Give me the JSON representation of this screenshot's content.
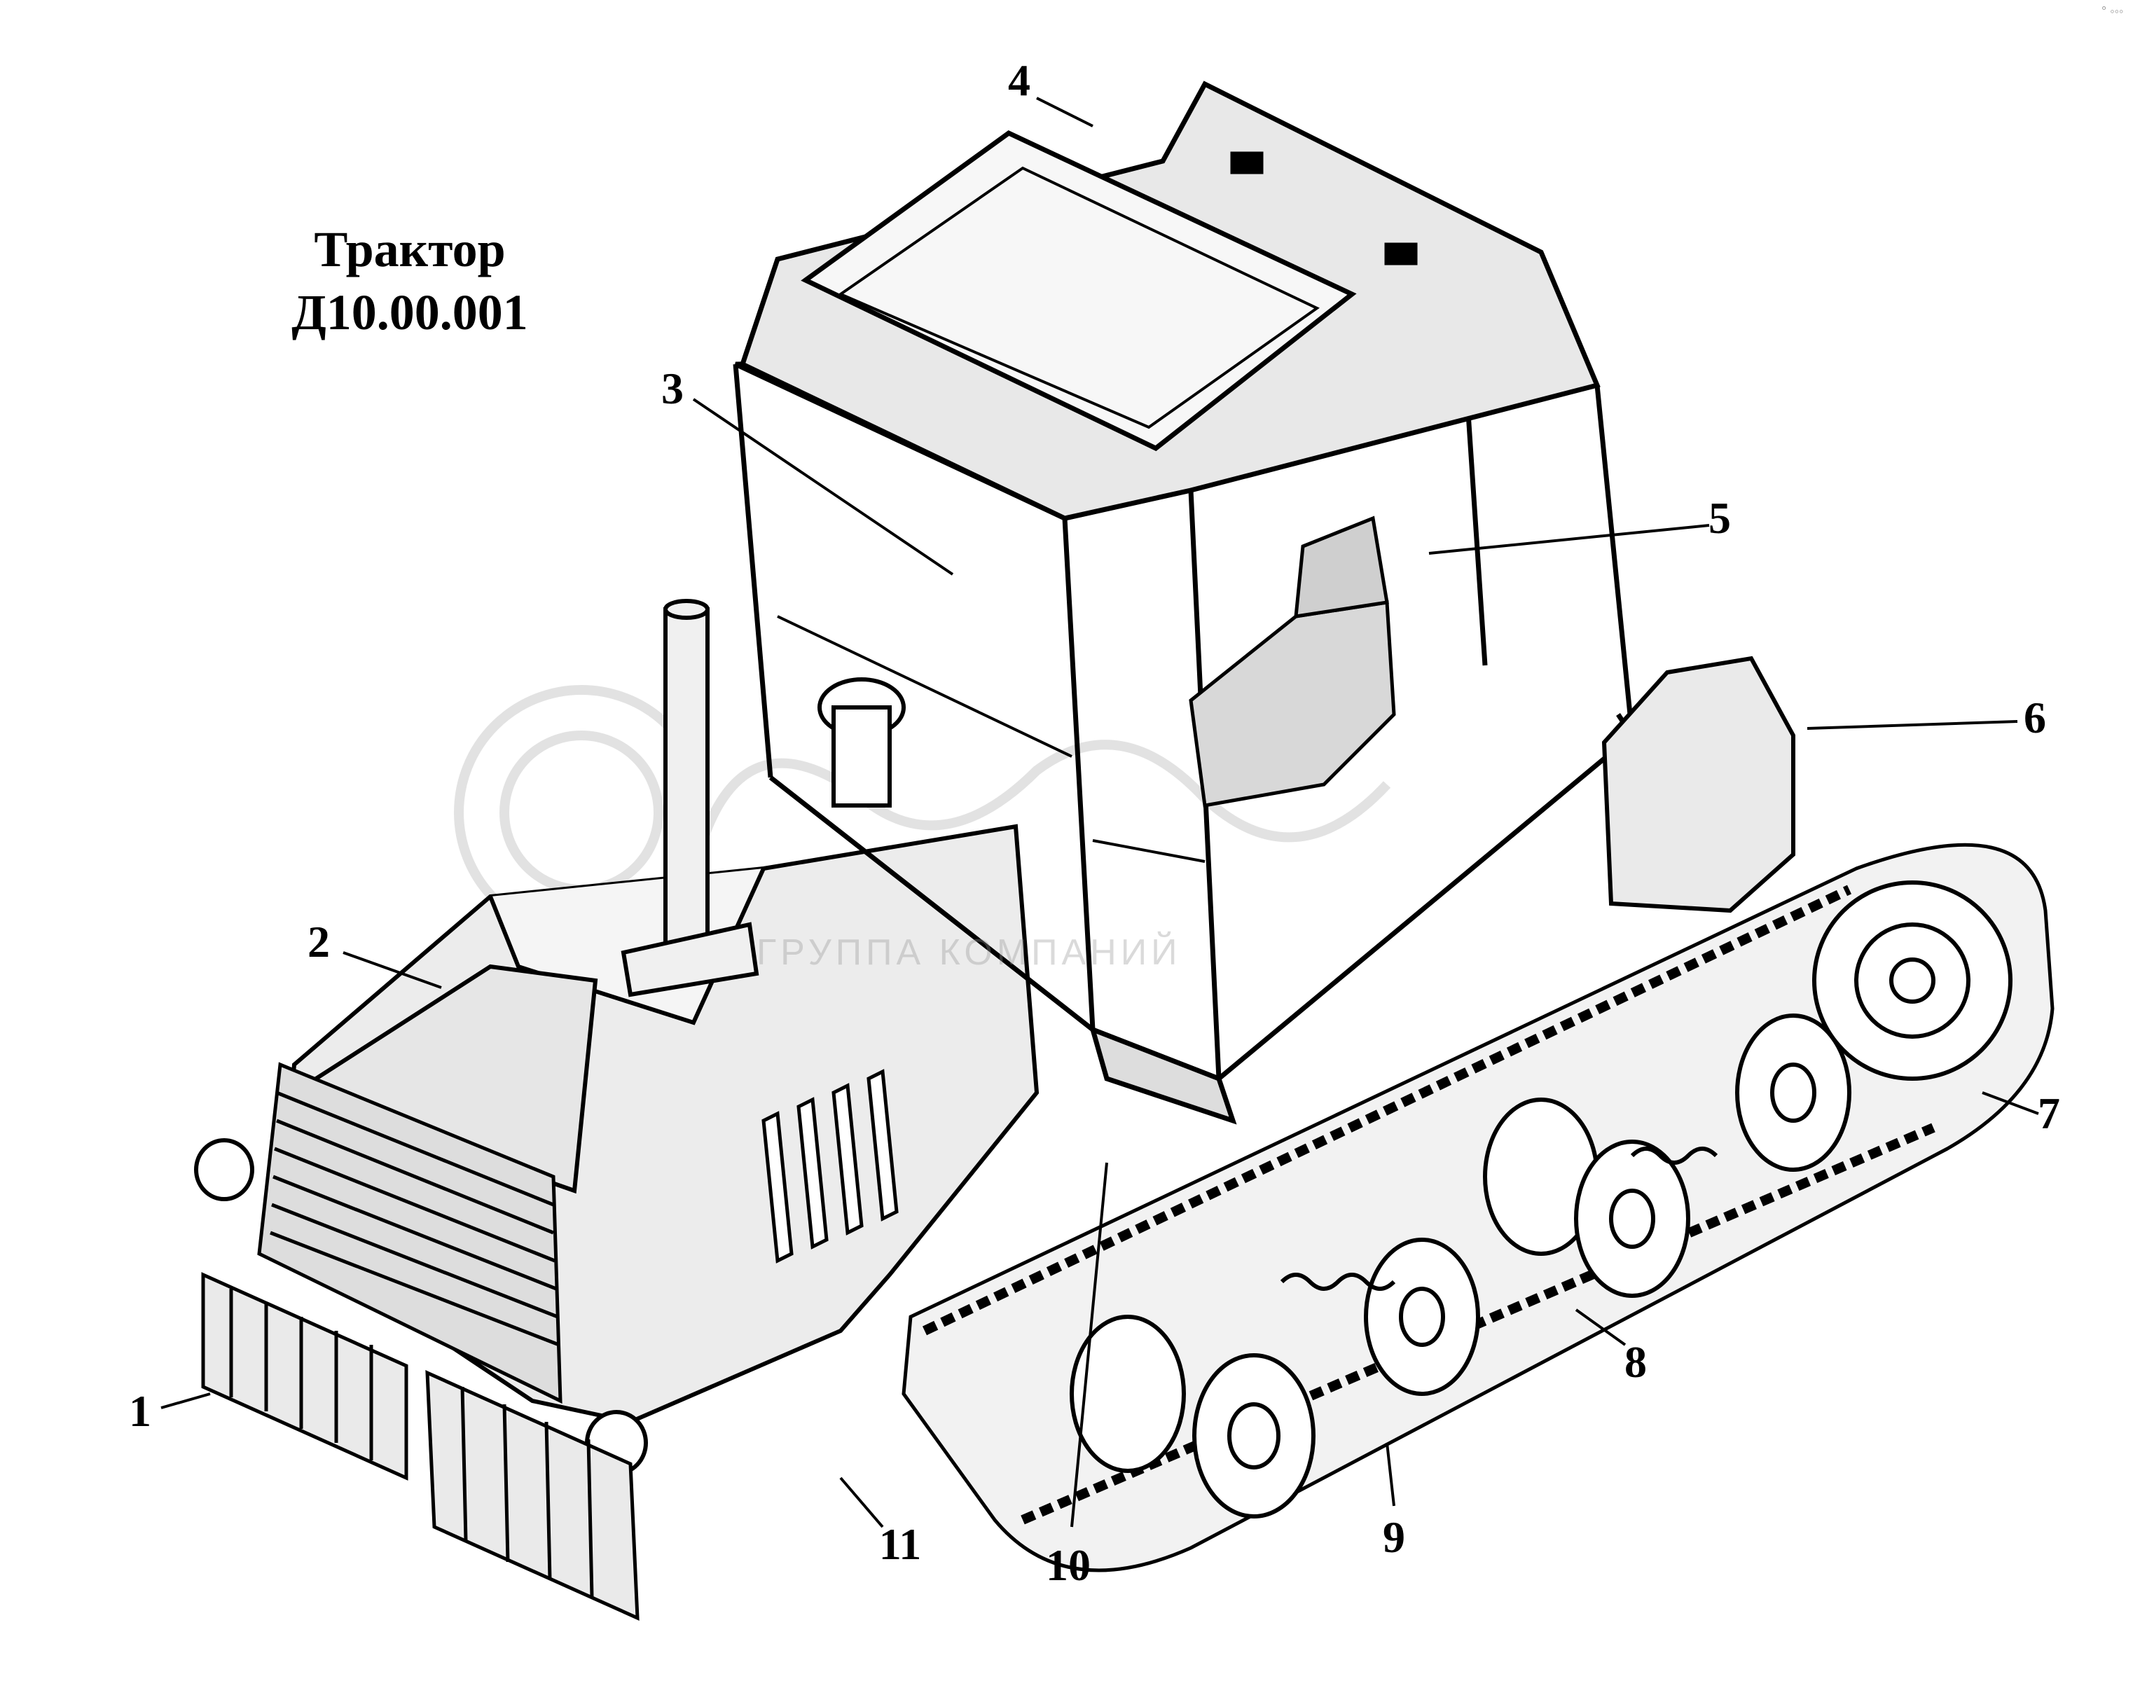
{
  "title": {
    "line1": "Трактор",
    "line2": "Д10.00.001"
  },
  "callouts": [
    {
      "id": "1",
      "label": "1"
    },
    {
      "id": "2",
      "label": "2"
    },
    {
      "id": "3",
      "label": "3"
    },
    {
      "id": "4",
      "label": "4"
    },
    {
      "id": "5",
      "label": "5"
    },
    {
      "id": "6",
      "label": "6"
    },
    {
      "id": "7",
      "label": "7"
    },
    {
      "id": "8",
      "label": "8"
    },
    {
      "id": "9",
      "label": "9"
    },
    {
      "id": "10",
      "label": "10"
    },
    {
      "id": "11",
      "label": "11"
    }
  ],
  "watermark": {
    "text": "ГРУППА КОМПАНИЙ"
  },
  "colors": {
    "ink": "#000000",
    "background": "#ffffff",
    "watermark": "#969696"
  }
}
